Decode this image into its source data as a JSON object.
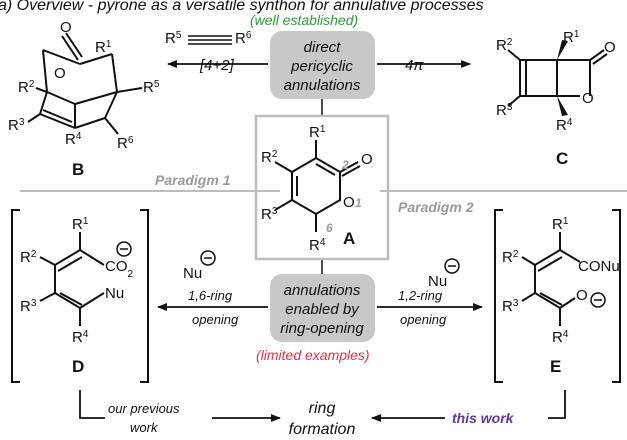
{
  "header": {
    "title": "a) Overview - pyrone as a versatile synthon for annulative processes"
  },
  "center_top": {
    "tag": "(well established)",
    "box_line1": "direct",
    "box_line2": "pericyclic",
    "box_line3": "annulations",
    "left_arrow_label": "[4+2]",
    "right_arrow_label": "4π",
    "alkyne_r5": "R5",
    "alkyne_r6": "R6"
  },
  "center_bottom": {
    "box_line1": "annulations",
    "box_line2": "enabled by",
    "box_line3": "ring-opening",
    "tag": "(limited examples)",
    "left_arrow_line1": "1,6-ring",
    "left_arrow_line2": "opening",
    "right_arrow_line1": "1,2-ring",
    "right_arrow_line2": "opening",
    "nu_left": "Nu",
    "nu_right": "Nu"
  },
  "paradigms": {
    "left": "Paradigm 1",
    "right": "Paradigm 2"
  },
  "compounds": {
    "A": {
      "label": "A",
      "R1": "R1",
      "R2": "R2",
      "R3": "R3",
      "R4": "R4",
      "O": "O",
      "O_ring": "O",
      "pos2": "2",
      "pos1": "1",
      "pos6": "6"
    },
    "B": {
      "label": "B",
      "R1": "R1",
      "R2": "R2",
      "R3": "R3",
      "R4": "R4",
      "R5": "R5",
      "R6": "R6",
      "O": "O",
      "O_ring": "O"
    },
    "C": {
      "label": "C",
      "R1": "R1",
      "R2": "R2",
      "R3": "R3",
      "R4": "R4",
      "O": "O",
      "O_ring": "O"
    },
    "D": {
      "label": "D",
      "R1": "R1",
      "R2": "R2",
      "R3": "R3",
      "R4": "R4",
      "CO2": "CO2",
      "Nu": "Nu"
    },
    "E": {
      "label": "E",
      "R1": "R1",
      "R2": "R2",
      "R3": "R3",
      "R4": "R4",
      "CONu": "CONu",
      "O": "O"
    }
  },
  "footer": {
    "left_line1": "our previous",
    "left_line2": "work",
    "center_line1": "ring",
    "center_line2": "formation",
    "right": "this work"
  },
  "colors": {
    "green": "#2e9b3a",
    "red": "#e0334a",
    "purple": "#5a3a9a",
    "grey_box": "#c8c8c8",
    "grey_text": "#9a9a9a",
    "divider": "#bdbdbd"
  }
}
